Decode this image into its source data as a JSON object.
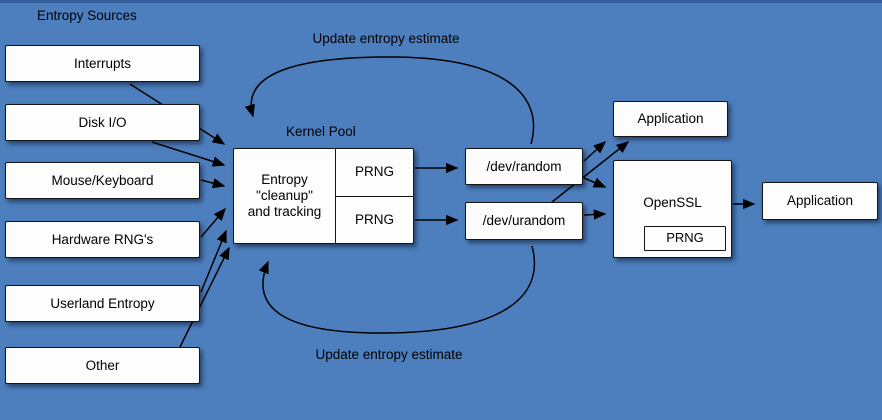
{
  "palette": {
    "background": "#4d7fbe",
    "top_edge": "#33609c",
    "box_fill": "#fdfdfd",
    "line_color": "#000000"
  },
  "headings": {
    "entropy_sources": "Entropy Sources",
    "kernel_pool": "Kernel Pool"
  },
  "annotations": {
    "update_entropy_top": "Update entropy estimate",
    "update_entropy_bottom": "Update entropy estimate"
  },
  "sources": [
    {
      "label": "Interrupts"
    },
    {
      "label": "Disk I/O"
    },
    {
      "label": "Mouse/Keyboard"
    },
    {
      "label": "Hardware RNG's"
    },
    {
      "label": "Userland Entropy"
    },
    {
      "label": "Other"
    }
  ],
  "kernel_pool": {
    "entropy_lines": [
      "Entropy",
      "\"cleanup\"",
      "and tracking"
    ],
    "prng_top": "PRNG",
    "prng_bottom": "PRNG"
  },
  "devices": [
    {
      "label": "/dev/random"
    },
    {
      "label": "/dev/urandom"
    }
  ],
  "consumers": {
    "application_top": "Application",
    "openssl": "OpenSSL",
    "openssl_prng": "PRNG",
    "application_right": "Application"
  }
}
